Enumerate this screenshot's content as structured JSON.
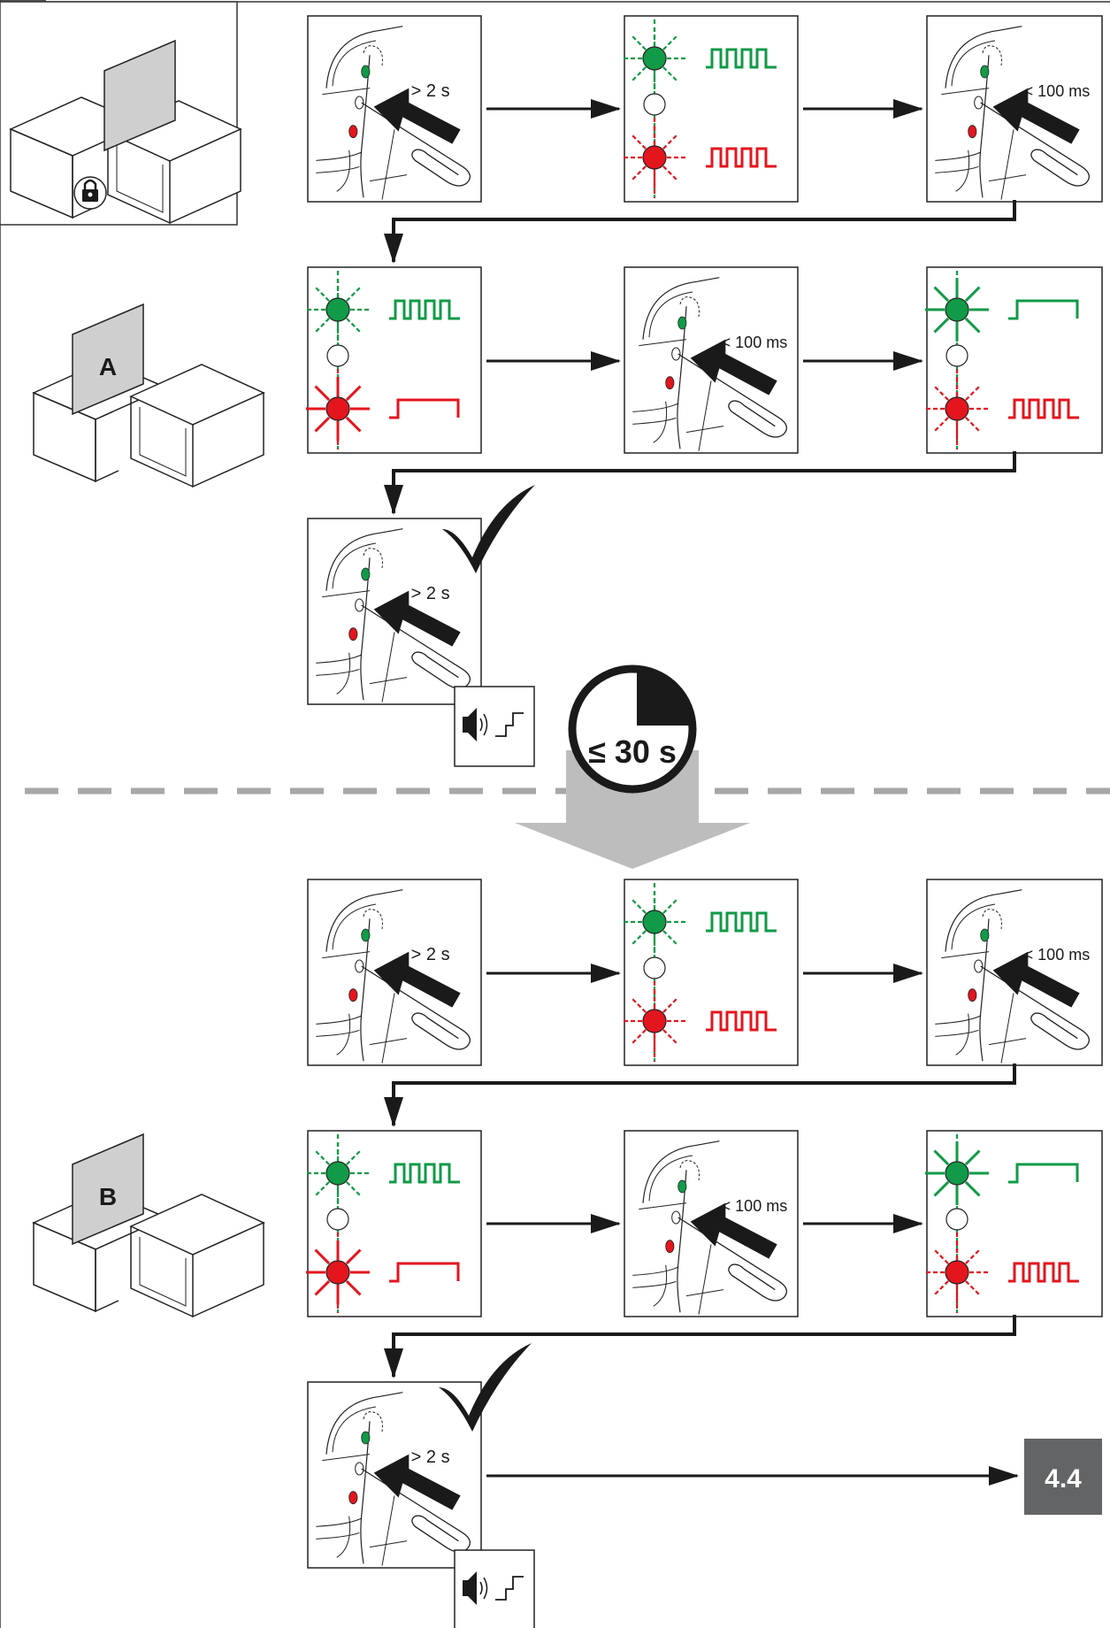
{
  "labels": {
    "press_long": "> 2 s",
    "press_short": "< 100 ms",
    "cabinet_a": "A",
    "cabinet_b": "B",
    "timer": "≤ 30 s",
    "next_step": "4.4"
  },
  "colors": {
    "green": "#119a47",
    "red": "#e3161e",
    "arrow": "#1a1a1a",
    "panel_gray": "#cfcfcf",
    "big_arrow_gray": "#bdbdbd",
    "step_box": "#636466",
    "divider": "#a7a7a7"
  },
  "icons": {
    "lock": "lock-icon",
    "speaker": "speaker-icon",
    "signal_step": "signal-step-icon",
    "checkmark": "checkmark-icon",
    "paperclip": "paperclip-icon",
    "push_arrow": "push-arrow-icon",
    "timer": "quarter-timer-icon"
  },
  "led_states": {
    "both_blinking": "green and red LEDs blinking",
    "red_on_green_blinking": "green blinking, red steady",
    "green_on_red_blinking": "green steady, red blinking"
  }
}
